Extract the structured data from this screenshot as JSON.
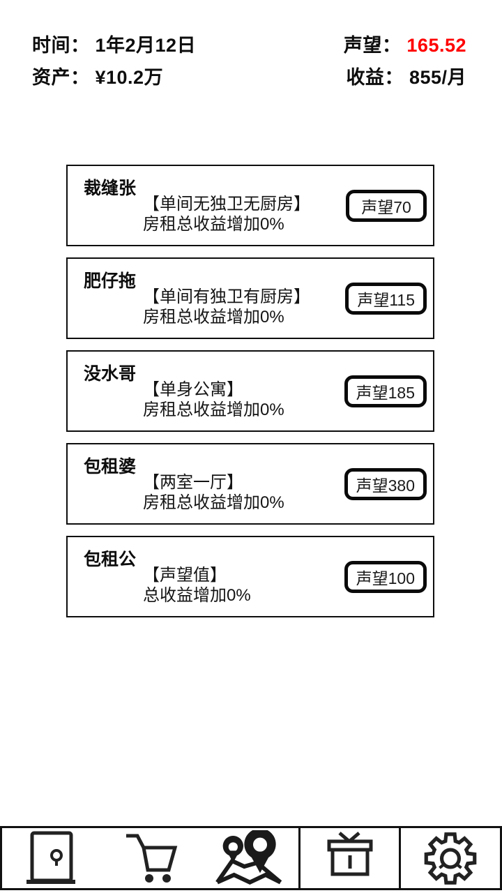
{
  "header": {
    "time_label": "时间：",
    "time_value": "1年2月12日",
    "reputation_label": "声望：",
    "reputation_value": "165.52",
    "reputation_color": "#ff0000",
    "assets_label": "资产：",
    "assets_value": "¥10.2万",
    "income_label": "收益：",
    "income_value": "855/月"
  },
  "cards": [
    {
      "name": "裁缝张",
      "type": "【单间无独卫无厨房】",
      "effect": "房租总收益增加0%",
      "button": "声望70"
    },
    {
      "name": "肥仔拖",
      "type": "【单间有独卫有厨房】",
      "effect": "房租总收益增加0%",
      "button": "声望115"
    },
    {
      "name": "没水哥",
      "type": "【单身公寓】",
      "effect": "房租总收益增加0%",
      "button": "声望185"
    },
    {
      "name": "包租婆",
      "type": "【两室一厅】",
      "effect": "房租总收益增加0%",
      "button": "声望380"
    },
    {
      "name": "包租公",
      "type": "【声望值】",
      "effect": "总收益增加0%",
      "button": "声望100"
    }
  ],
  "nav": {
    "items": [
      {
        "icon": "door-icon"
      },
      {
        "icon": "cart-icon"
      },
      {
        "icon": "map-pin-icon"
      },
      {
        "icon": "gift-icon"
      },
      {
        "icon": "gear-icon"
      }
    ]
  }
}
